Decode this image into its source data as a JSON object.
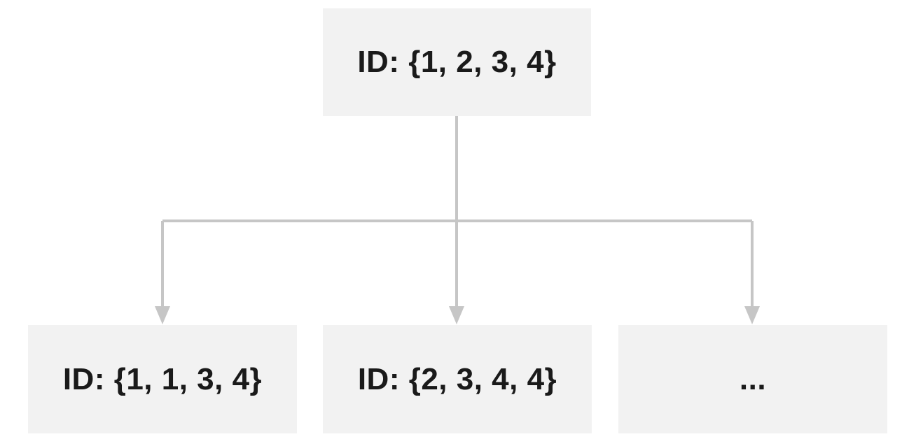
{
  "diagram": {
    "root": {
      "label": "ID: {1, 2, 3, 4}"
    },
    "children": [
      {
        "label": "ID: {1, 1, 3, 4}"
      },
      {
        "label": "ID: {2, 3, 4, 4}"
      },
      {
        "label": "..."
      }
    ],
    "colors": {
      "node_fill": "#f2f2f2",
      "edge": "#c6c6c6",
      "text": "#1a1a1a"
    }
  }
}
